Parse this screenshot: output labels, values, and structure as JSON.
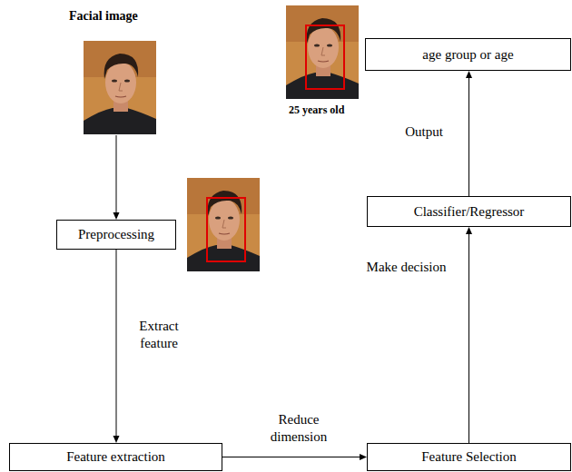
{
  "diagram": {
    "nodes": [
      {
        "text": [
          "Preprocessing"
        ]
      },
      {
        "text": [
          "Feature extraction"
        ]
      },
      {
        "text": [
          "Feature Selection"
        ]
      },
      {
        "text": [
          "Classifier/Regressor"
        ]
      },
      {
        "text": [
          "age group or age"
        ]
      }
    ],
    "edges": [
      {
        "from": 0,
        "to": 1,
        "label": "Extract feature",
        "arrow": "to"
      },
      {
        "from": 1,
        "to": 2,
        "label": "Reduce dimension",
        "arrow": "to"
      },
      {
        "from": 2,
        "to": 3,
        "label": "Make decision",
        "arrow": "to"
      },
      {
        "from": 3,
        "to": 4,
        "label": "Output",
        "arrow": "to"
      }
    ],
    "labels": [
      "Facial image",
      "25 years old"
    ]
  }
}
